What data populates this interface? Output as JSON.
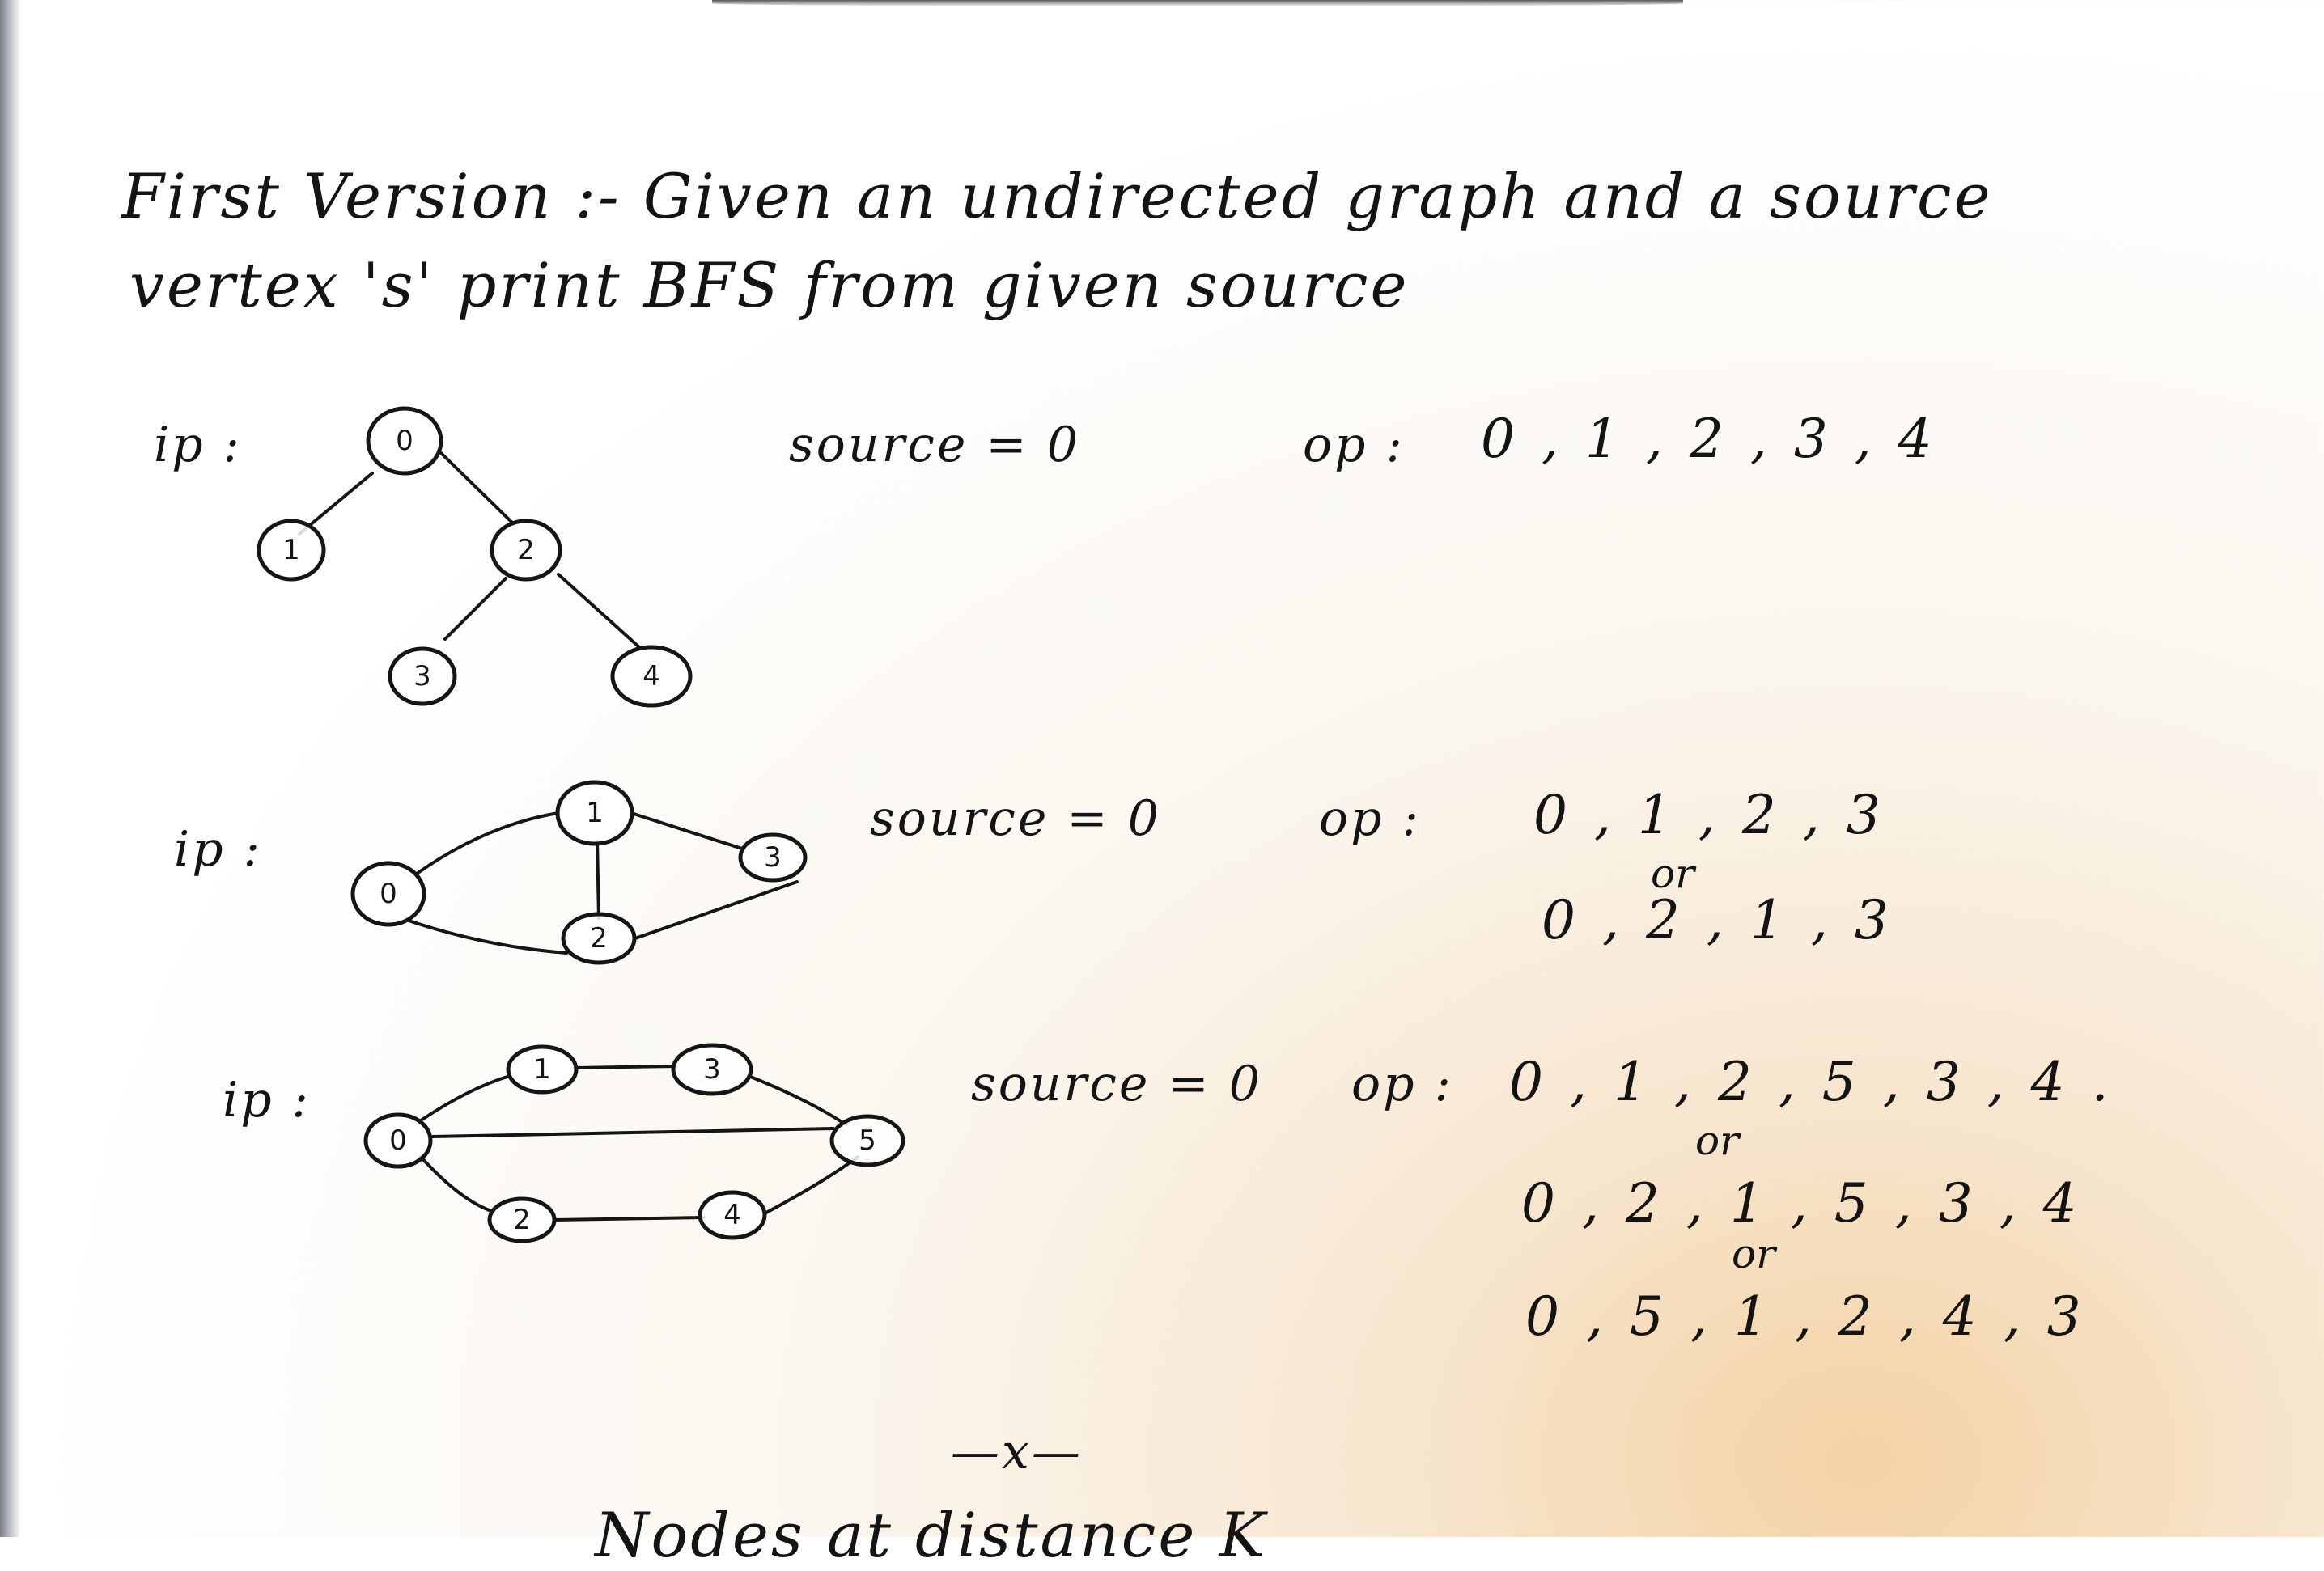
{
  "title": {
    "line1": "First Version :- Given an undirected graph and a source",
    "line2": "vertex 's' print BFS from given source"
  },
  "examples": [
    {
      "ip_label": "ip :",
      "source_text": "source = 0",
      "op_label": "op :",
      "outputs": [
        "0 , 1 , 2 , 3 , 4"
      ],
      "or_labels": [],
      "nodes": [
        "0",
        "1",
        "2",
        "3",
        "4"
      ],
      "edges": [
        [
          "0",
          "1"
        ],
        [
          "0",
          "2"
        ],
        [
          "2",
          "3"
        ],
        [
          "2",
          "4"
        ]
      ]
    },
    {
      "ip_label": "ip :",
      "source_text": "source = 0",
      "op_label": "op :",
      "outputs": [
        "0 , 1 , 2 , 3",
        "0 , 2 , 1 , 3"
      ],
      "or_labels": [
        "or"
      ],
      "nodes": [
        "0",
        "1",
        "2",
        "3"
      ],
      "edges": [
        [
          "0",
          "1"
        ],
        [
          "0",
          "2"
        ],
        [
          "1",
          "2"
        ],
        [
          "1",
          "3"
        ],
        [
          "2",
          "3"
        ]
      ]
    },
    {
      "ip_label": "ip :",
      "source_text": "source = 0",
      "op_label": "op :",
      "outputs": [
        "0 , 1 , 2 , 5 , 3 , 4 .",
        "0 , 2 , 1 , 5 , 3 , 4",
        "0 , 5 , 1 , 2 , 4 , 3"
      ],
      "or_labels": [
        "or",
        "or"
      ],
      "nodes": [
        "0",
        "1",
        "2",
        "3",
        "4",
        "5"
      ],
      "edges": [
        [
          "0",
          "1"
        ],
        [
          "1",
          "3"
        ],
        [
          "3",
          "5"
        ],
        [
          "0",
          "5"
        ],
        [
          "0",
          "2"
        ],
        [
          "2",
          "4"
        ],
        [
          "4",
          "5"
        ]
      ]
    }
  ],
  "separator": "—x—",
  "footer_partial": "Nodes at distance K"
}
